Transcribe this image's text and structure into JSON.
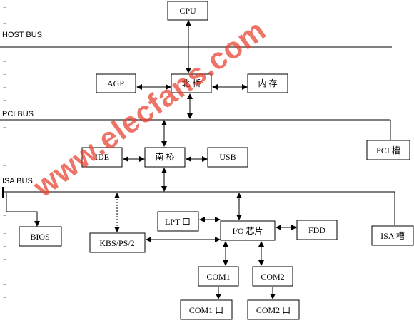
{
  "buses": {
    "host": "HOST BUS",
    "pci": "PCI BUS",
    "isa": "ISA BUS"
  },
  "components": {
    "cpu": "CPU",
    "agp": "AGP",
    "north_bridge": "北 桥",
    "memory": "内 存",
    "ide": "IDE",
    "south_bridge": "南 桥",
    "usb": "USB",
    "pci_slot": "PCI 槽",
    "bios": "BIOS",
    "kbs_ps2": "KBS/PS/2",
    "lpt_port": "LPT 口",
    "io_chip": "I/O 芯片",
    "fdd": "FDD",
    "isa_slot": "ISA 槽",
    "com1": "COM1",
    "com2": "COM2",
    "com1_port": "COM1 口",
    "com2_port": "COM2 口"
  },
  "paragraph_mark": "↵",
  "watermark": "www.elecfans.com",
  "colors": {
    "line": "#000000",
    "watermark": "#e8402f"
  }
}
